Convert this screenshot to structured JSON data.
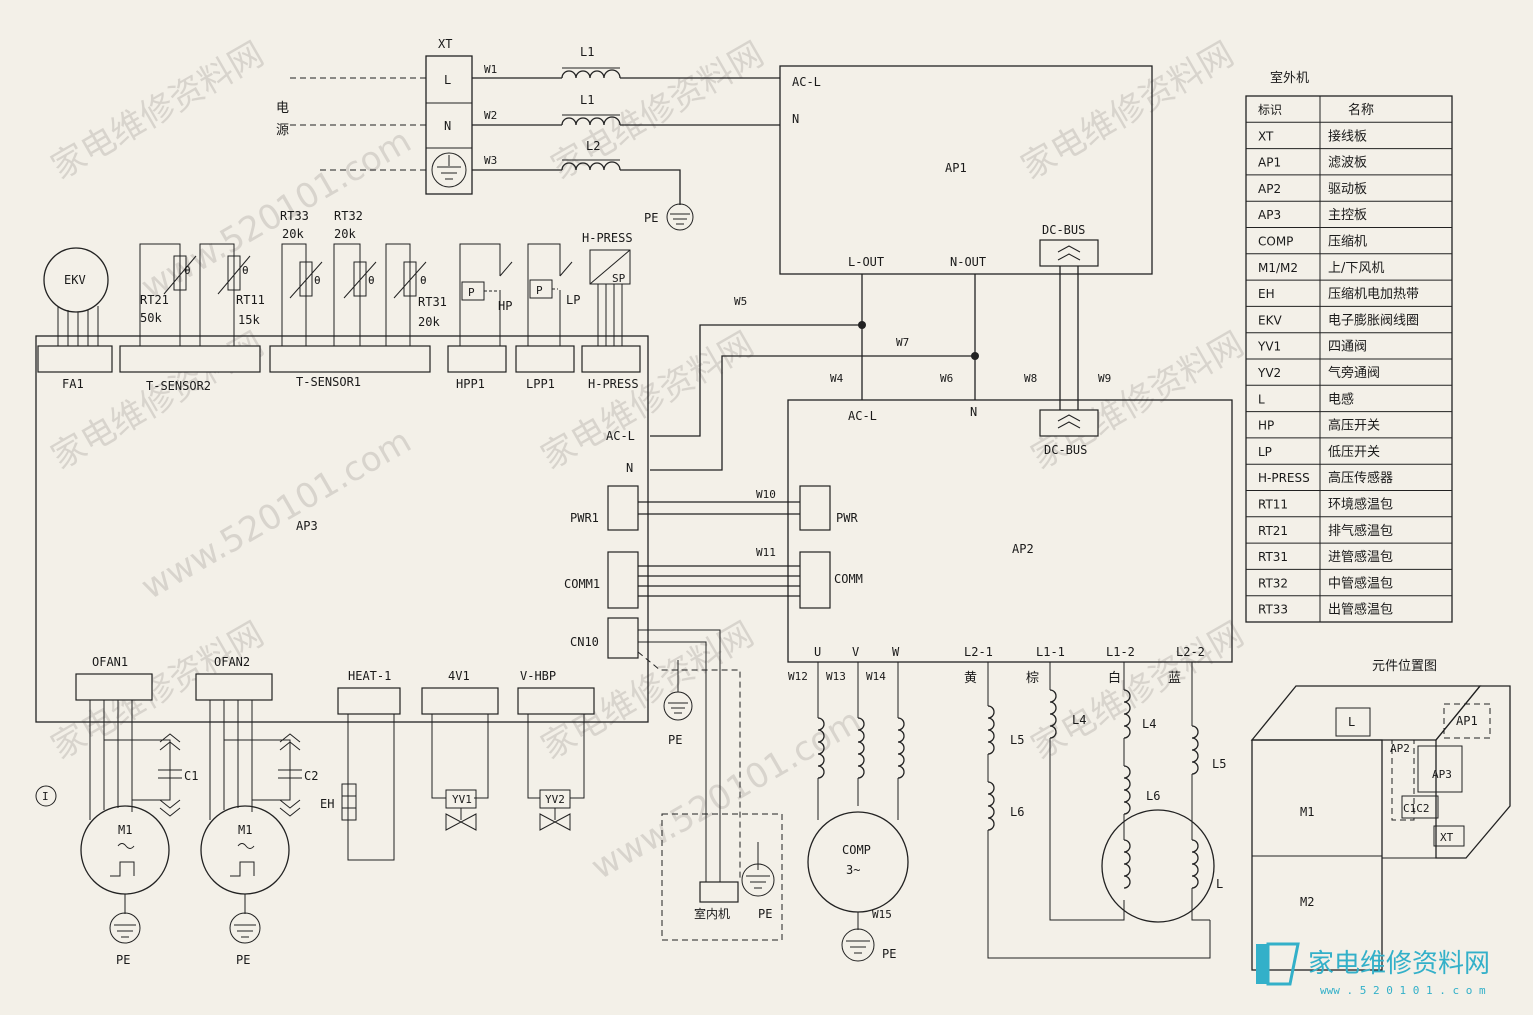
{
  "power": {
    "title": "XT",
    "source_label_1": "电",
    "source_label_2": "源",
    "terminal_L": "L",
    "terminal_N": "N"
  },
  "wires": {
    "w1": "W1",
    "w2": "W2",
    "w3": "W3",
    "w4": "W4",
    "w5": "W5",
    "w6": "W6",
    "w7": "W7",
    "w8": "W8",
    "w9": "W9",
    "w10": "W10",
    "w11": "W11",
    "w12": "W12",
    "w13": "W13",
    "w14": "W14",
    "w15": "W15"
  },
  "inductors": {
    "l1": "L1",
    "l2": "L2",
    "l4": "L4",
    "l5": "L5",
    "l6": "L6",
    "l": "L"
  },
  "pe": "PE",
  "ap1": {
    "name": "AP1",
    "ac_l": "AC-L",
    "n": "N",
    "l_out": "L-OUT",
    "n_out": "N-OUT",
    "dc_bus": "DC-BUS"
  },
  "ap2": {
    "name": "AP2",
    "ac_l": "AC-L",
    "n": "N",
    "dc_bus": "DC-BUS",
    "pwr": "PWR",
    "comm": "COMM",
    "u": "U",
    "v": "V",
    "w": "W",
    "l2_1": "L2-1",
    "l1_1": "L1-1",
    "l1_2": "L1-2",
    "l2_2": "L2-2",
    "c_yellow": "黄",
    "c_brown": "棕",
    "c_white": "白",
    "c_blue": "蓝"
  },
  "ap3": {
    "name": "AP3",
    "ac_l": "AC-L",
    "n": "N",
    "pwr1": "PWR1",
    "comm1": "COMM1",
    "cn10": "CN10",
    "fa1": "FA1",
    "tsensor2": "T-SENSOR2",
    "tsensor1": "T-SENSOR1",
    "hpp1": "HPP1",
    "lpp1": "LPP1",
    "hpress": "H-PRESS",
    "ofan1": "OFAN1",
    "ofan2": "OFAN2",
    "heat1": "HEAT-1",
    "v4v1": "4V1",
    "vhbp": "V-HBP"
  },
  "sensors": {
    "ekv": "EKV",
    "rt21": "RT21",
    "rt21v": "50k",
    "rt11": "RT11",
    "rt11v": "15k",
    "rt33": "RT33",
    "rt33v": "20k",
    "rt32": "RT32",
    "rt32v": "20k",
    "rt31": "RT31",
    "rt31v": "20k",
    "theta": "θ",
    "hp": "HP",
    "lp": "LP",
    "p": "P",
    "hpress": "H-PRESS",
    "sp": "SP"
  },
  "loads": {
    "m1": "M1",
    "c1": "C1",
    "c2": "C2",
    "eh": "EH",
    "yv1": "YV1",
    "yv2": "YV2",
    "comp": "COMP",
    "comp_phase": "3~",
    "indoor": "室内机",
    "circle_mark": "I"
  },
  "legend": {
    "title": "室外机",
    "headers": [
      "标识",
      "名称"
    ],
    "rows": [
      [
        "XT",
        "接线板"
      ],
      [
        "AP1",
        "滤波板"
      ],
      [
        "AP2",
        "驱动板"
      ],
      [
        "AP3",
        "主控板"
      ],
      [
        "COMP",
        "压缩机"
      ],
      [
        "M1/M2",
        "上/下风机"
      ],
      [
        "EH",
        "压缩机电加热带"
      ],
      [
        "EKV",
        "电子膨胀阀线圈"
      ],
      [
        "YV1",
        "四通阀"
      ],
      [
        "YV2",
        "气旁通阀"
      ],
      [
        "L",
        "电感"
      ],
      [
        "HP",
        "高压开关"
      ],
      [
        "LP",
        "低压开关"
      ],
      [
        "H-PRESS",
        "高压传感器"
      ],
      [
        "RT11",
        "环境感温包"
      ],
      [
        "RT21",
        "排气感温包"
      ],
      [
        "RT31",
        "进管感温包"
      ],
      [
        "RT32",
        "中管感温包"
      ],
      [
        "RT33",
        "出管感温包"
      ]
    ]
  },
  "position_diagram": {
    "title": "元件位置图",
    "l": "L",
    "ap1": "AP1",
    "ap2": "AP2",
    "ap3": "AP3",
    "c1c2": "C1C2",
    "xt": "XT",
    "m1": "M1",
    "m2": "M2"
  },
  "watermark": {
    "text": "家电维修资料网",
    "url": "www.520101.com",
    "logo": "家电维修资料网",
    "logo_url": "www . 5 2 0 1 0 1 . c o m"
  }
}
